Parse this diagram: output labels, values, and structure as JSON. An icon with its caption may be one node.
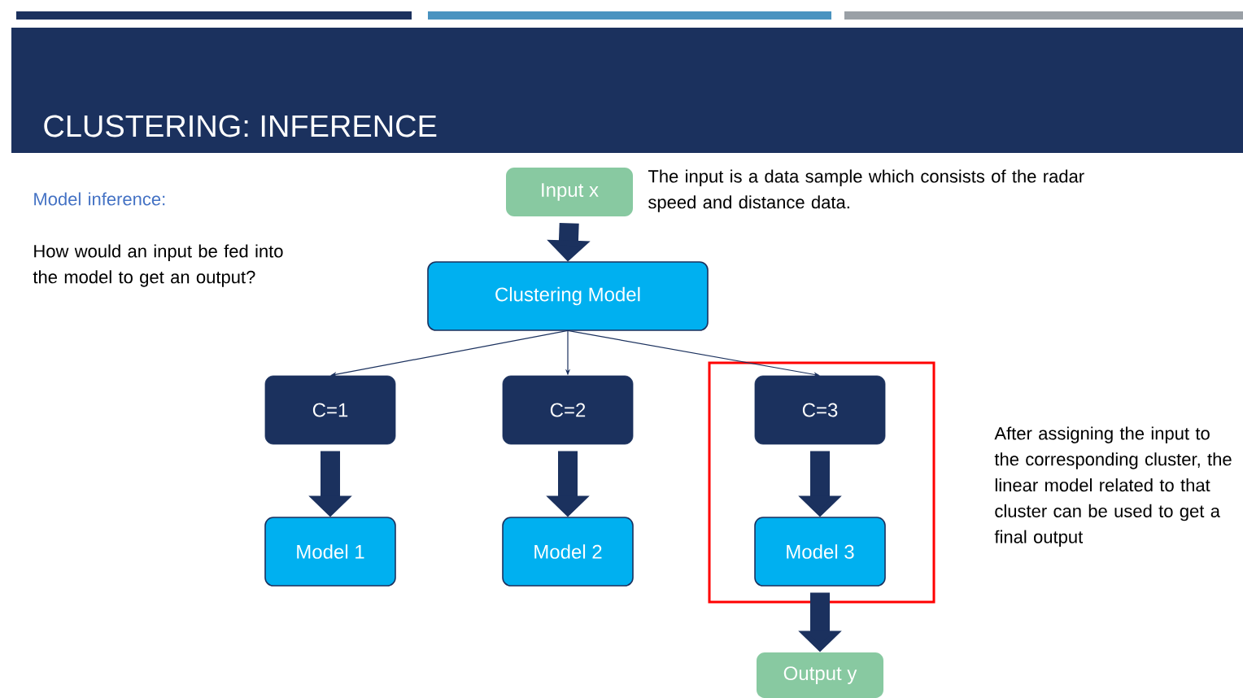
{
  "diagram": {
    "title": "CLUSTERING: INFERENCE",
    "nodes": [
      {
        "text": [
          "Input x"
        ]
      },
      {
        "text": [
          "Clustering Model"
        ]
      },
      {
        "text": [
          "C=1"
        ]
      },
      {
        "text": [
          "C=2"
        ]
      },
      {
        "text": [
          "C=3"
        ]
      },
      {
        "text": [
          "Model 1"
        ]
      },
      {
        "text": [
          "Model 2"
        ]
      },
      {
        "text": [
          "Model 3"
        ]
      },
      {
        "text": [
          "Output y"
        ]
      }
    ],
    "edges": [
      {
        "from": 0,
        "to": 1,
        "arrow": "to"
      },
      {
        "from": 1,
        "to": 2,
        "arrow": "to"
      },
      {
        "from": 1,
        "to": 3,
        "arrow": "to"
      },
      {
        "from": 1,
        "to": 4,
        "arrow": "to"
      },
      {
        "from": 2,
        "to": 5,
        "arrow": "to"
      },
      {
        "from": 3,
        "to": 6,
        "arrow": "to"
      },
      {
        "from": 4,
        "to": 7,
        "arrow": "to"
      },
      {
        "from": 7,
        "to": 8,
        "arrow": "to"
      }
    ],
    "labels": [
      "Model inference:",
      "How would an input be fed into the model to get an output?",
      "The input is a data sample which consists of the radar speed and distance data.",
      "After assigning the input to the corresponding cluster, the linear model related to that cluster can be used to get a final output"
    ]
  }
}
